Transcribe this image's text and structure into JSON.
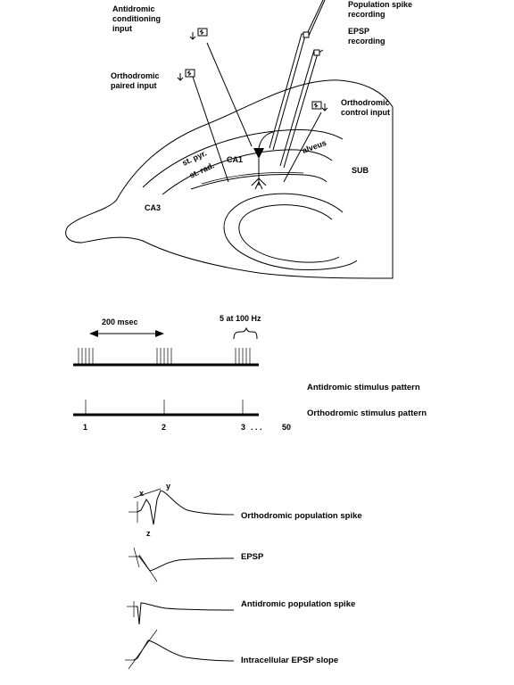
{
  "slice": {
    "labels": {
      "antidromic_input": [
        "Antidromic",
        "conditioning",
        "input"
      ],
      "orthodromic_paired": [
        "Orthodromic",
        "paired input"
      ],
      "pop_spike_recording": [
        "Population spike",
        "recording"
      ],
      "epsp_recording": [
        "EPSP",
        "recording"
      ],
      "orthodromic_control": [
        "Orthodromic",
        "control input"
      ]
    },
    "regions": {
      "st_pyr": "st. pyr.",
      "ca1": "CA1",
      "alveus": "alveus",
      "st_rad": "st. rad.",
      "sub": "SUB",
      "ca3": "CA3"
    }
  },
  "protocol": {
    "interval_label": "200 msec",
    "burst_label": "5 at 100 Hz",
    "antidromic_caption": "Antidromic stimulus pattern",
    "orthodromic_caption": "Orthodromic stimulus pattern",
    "pulse_numbers": [
      "1",
      "2",
      "3",
      ". . .",
      "50"
    ]
  },
  "traces": {
    "markers": {
      "x": "x",
      "y": "y",
      "z": "z"
    },
    "captions": [
      "Orthodromic population spike",
      "EPSP",
      "Antidromic population spike",
      "Intracellular EPSP slope"
    ]
  }
}
